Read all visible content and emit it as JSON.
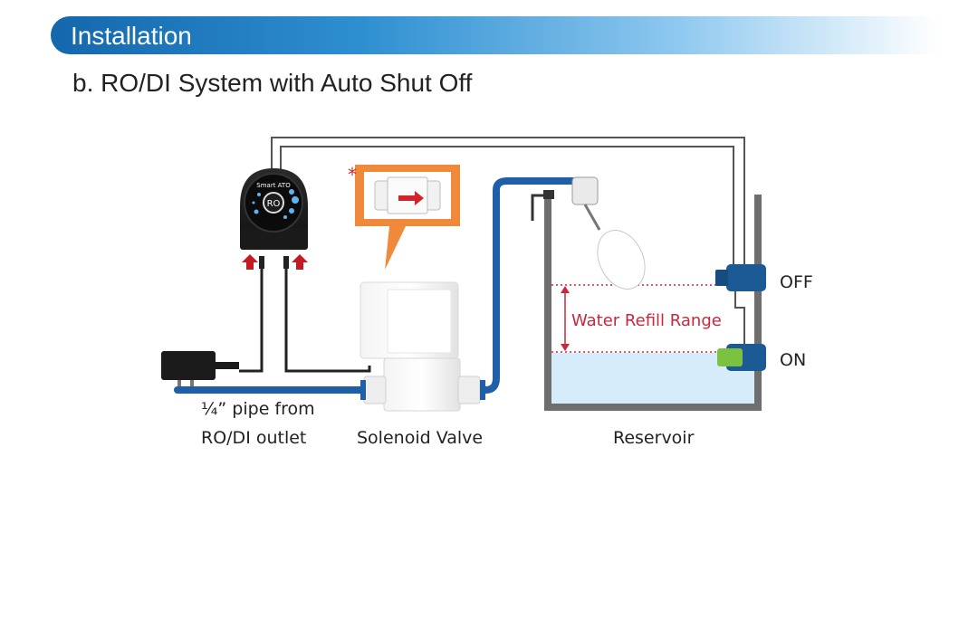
{
  "header": {
    "banner_title": "Installation",
    "subtitle": "b. RO/DI System with Auto Shut Off"
  },
  "diagram": {
    "controller_brand": "Smart ATO",
    "controller_button": "RO",
    "asterisk": "*",
    "label_pipe_line1": "¼” pipe from",
    "label_pipe_line2": "RO/DI outlet",
    "label_valve": "Solenoid Valve",
    "label_reservoir": "Reservoir",
    "label_refill_range": "Water Refill Range",
    "label_sensor_off": "OFF",
    "label_sensor_on": "ON"
  },
  "colors": {
    "accent": "#1467ad",
    "pipe_blue": "#1f5fa8",
    "callout_orange": "#ee8a3a",
    "refill_red": "#c8283c",
    "water": "#d7ecfa",
    "sensor_green": "#7cc241",
    "sensor_blue": "#1c5a96"
  }
}
